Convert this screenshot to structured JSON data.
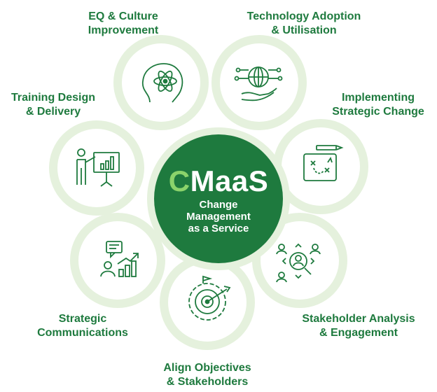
{
  "colors": {
    "primary_green": "#1e7a3e",
    "center_fill": "#1e7a3e",
    "ring_fill": "#e5f1dd",
    "accent_light_green": "#8bd36b"
  },
  "center": {
    "acronym_first": "C",
    "acronym_rest": "MaaS",
    "subtitle_lines": [
      "Change",
      "Management",
      "as a Service"
    ]
  },
  "services": [
    {
      "id": "eq-culture",
      "lines": [
        "EQ & Culture",
        "Improvement"
      ],
      "icon": "brain-atom-icon"
    },
    {
      "id": "tech-adoption",
      "lines": [
        "Technology Adoption",
        "& Utilisation"
      ],
      "icon": "globe-hand-icon"
    },
    {
      "id": "strategic-change",
      "lines": [
        "Implementing",
        "Strategic Change"
      ],
      "icon": "blueprint-plan-icon"
    },
    {
      "id": "stakeholder-analysis",
      "lines": [
        "Stakeholder Analysis",
        "& Engagement"
      ],
      "icon": "stakeholder-network-icon"
    },
    {
      "id": "align-objectives",
      "lines": [
        "Align Objectives",
        "& Stakeholders"
      ],
      "icon": "target-arrow-icon"
    },
    {
      "id": "strategic-comms",
      "lines": [
        "Strategic",
        "Communications"
      ],
      "icon": "communication-growth-icon"
    },
    {
      "id": "training",
      "lines": [
        "Training Design",
        "& Delivery"
      ],
      "icon": "presenter-board-icon"
    }
  ]
}
